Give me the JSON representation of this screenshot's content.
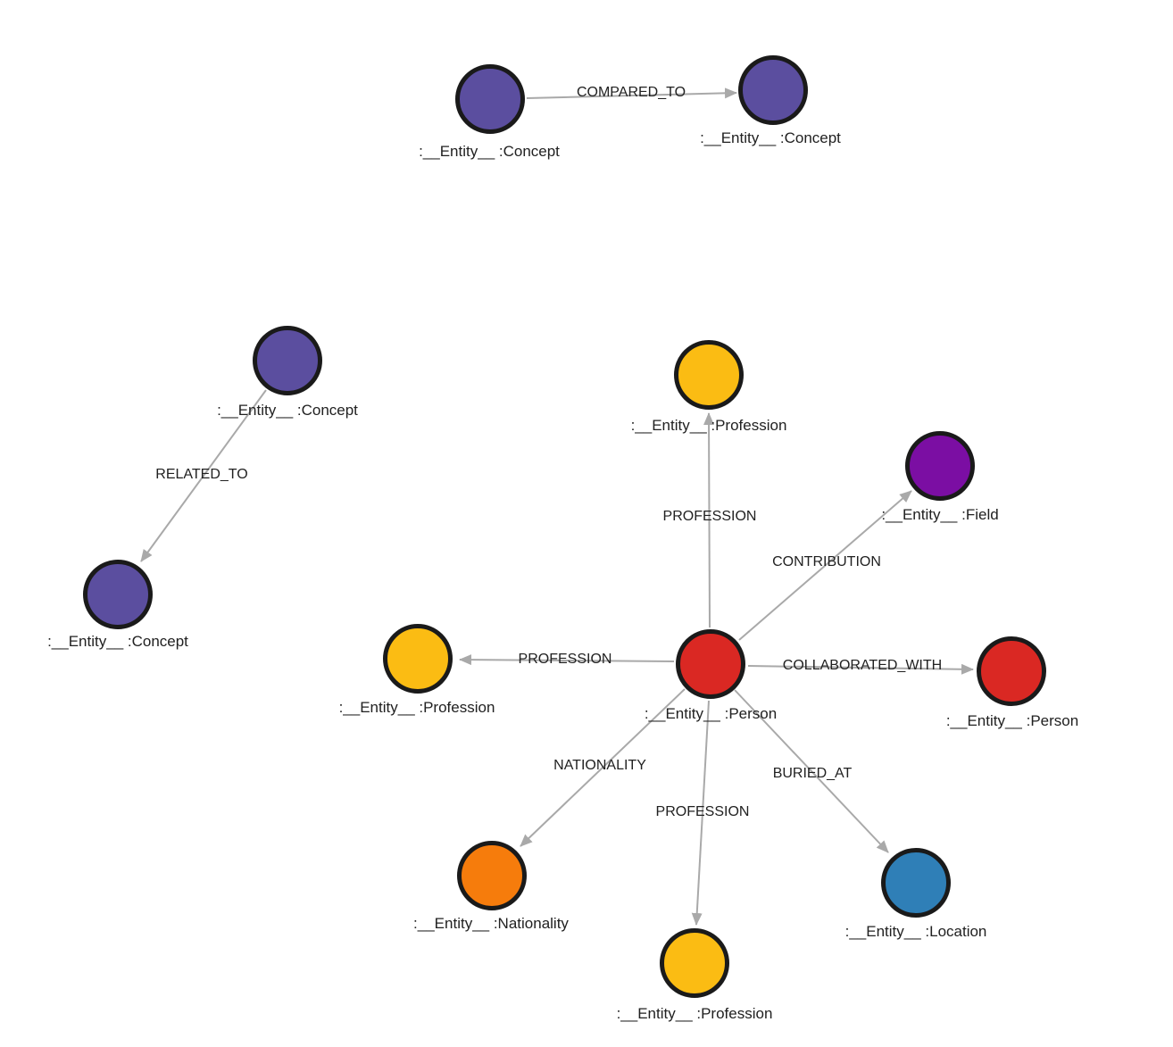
{
  "canvas": {
    "background": "#FFFFFF"
  },
  "graph": {
    "style": {
      "node_border_color": "#1A1A1A",
      "edge_color": "#A9A9A9",
      "label_color": "#212121"
    },
    "node_colors": {
      "Concept": "#5B4E9F",
      "Profession": "#FBBC13",
      "Field": "#7B0EA3",
      "Person": "#DA2823",
      "Nationality": "#F67C0C",
      "Location": "#2F7FB7"
    },
    "nodes": [
      {
        "id": "concept-1",
        "category": "Concept",
        "label": ":__Entity__ :Concept",
        "color": "#5B4E9F"
      },
      {
        "id": "concept-2",
        "category": "Concept",
        "label": ":__Entity__ :Concept",
        "color": "#5B4E9F"
      },
      {
        "id": "concept-3",
        "category": "Concept",
        "label": ":__Entity__ :Concept",
        "color": "#5B4E9F"
      },
      {
        "id": "concept-4",
        "category": "Concept",
        "label": ":__Entity__ :Concept",
        "color": "#5B4E9F"
      },
      {
        "id": "person-1",
        "category": "Person",
        "label": ":__Entity__ :Person",
        "color": "#DA2823"
      },
      {
        "id": "profession-1",
        "category": "Profession",
        "label": ":__Entity__ :Profession",
        "color": "#FBBC13"
      },
      {
        "id": "field-1",
        "category": "Field",
        "label": ":__Entity__ :Field",
        "color": "#7B0EA3"
      },
      {
        "id": "person-2",
        "category": "Person",
        "label": ":__Entity__ :Person",
        "color": "#DA2823"
      },
      {
        "id": "profession-2",
        "category": "Profession",
        "label": ":__Entity__ :Profession",
        "color": "#FBBC13"
      },
      {
        "id": "nationality-1",
        "category": "Nationality",
        "label": ":__Entity__ :Nationality",
        "color": "#F67C0C"
      },
      {
        "id": "profession-3",
        "category": "Profession",
        "label": ":__Entity__ :Profession",
        "color": "#FBBC13"
      },
      {
        "id": "location-1",
        "category": "Location",
        "label": ":__Entity__ :Location",
        "color": "#2F7FB7"
      }
    ],
    "edges": [
      {
        "type": "COMPARED_TO",
        "source": "concept-1",
        "target": "concept-2"
      },
      {
        "type": "RELATED_TO",
        "source": "concept-3",
        "target": "concept-4"
      },
      {
        "type": "PROFESSION",
        "source": "person-1",
        "target": "profession-1"
      },
      {
        "type": "CONTRIBUTION",
        "source": "person-1",
        "target": "field-1"
      },
      {
        "type": "COLLABORATED_WITH",
        "source": "person-1",
        "target": "person-2"
      },
      {
        "type": "PROFESSION",
        "source": "person-1",
        "target": "profession-2"
      },
      {
        "type": "NATIONALITY",
        "source": "person-1",
        "target": "nationality-1"
      },
      {
        "type": "PROFESSION",
        "source": "person-1",
        "target": "profession-3"
      },
      {
        "type": "BURIED_AT",
        "source": "person-1",
        "target": "location-1"
      }
    ]
  }
}
